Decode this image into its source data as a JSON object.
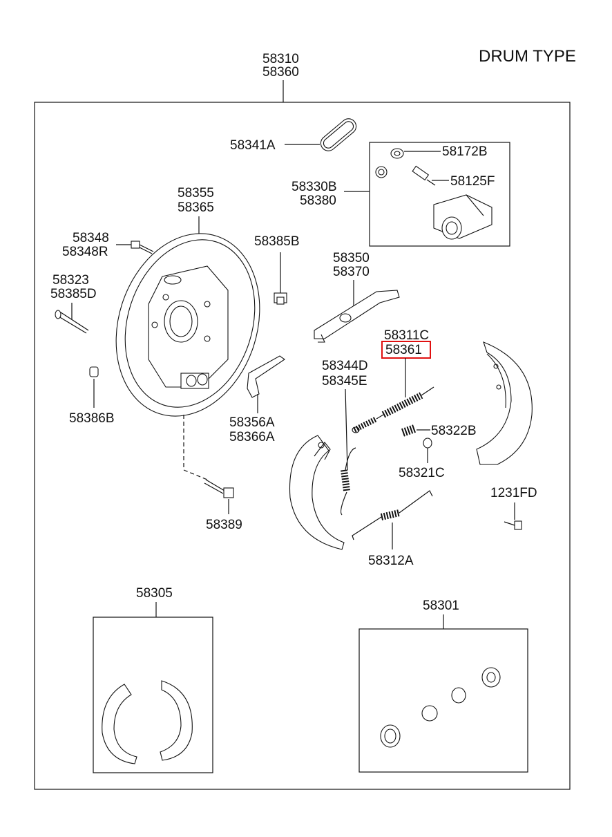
{
  "title": "DRUM TYPE",
  "labels": {
    "l58310": "58310",
    "l58360": "58360",
    "l58341A": "58341A",
    "l58172B": "58172B",
    "l58330B": "58330B",
    "l58125F": "58125F",
    "l58380": "58380",
    "l58355": "58355",
    "l58365": "58365",
    "l58348": "58348",
    "l58348R": "58348R",
    "l58385B": "58385B",
    "l58350": "58350",
    "l58370": "58370",
    "l58323": "58323",
    "l58385D": "58385D",
    "l58311C": "58311C",
    "l58361": "58361",
    "l58344D": "58344D",
    "l58345E": "58345E",
    "l58386B": "58386B",
    "l58356A": "58356A",
    "l58366A": "58366A",
    "l58322B": "58322B",
    "l58321C": "58321C",
    "l1231FD": "1231FD",
    "l58389": "58389",
    "l58312A": "58312A",
    "l58305": "58305",
    "l58301": "58301"
  },
  "highlight_color": "#e01010"
}
